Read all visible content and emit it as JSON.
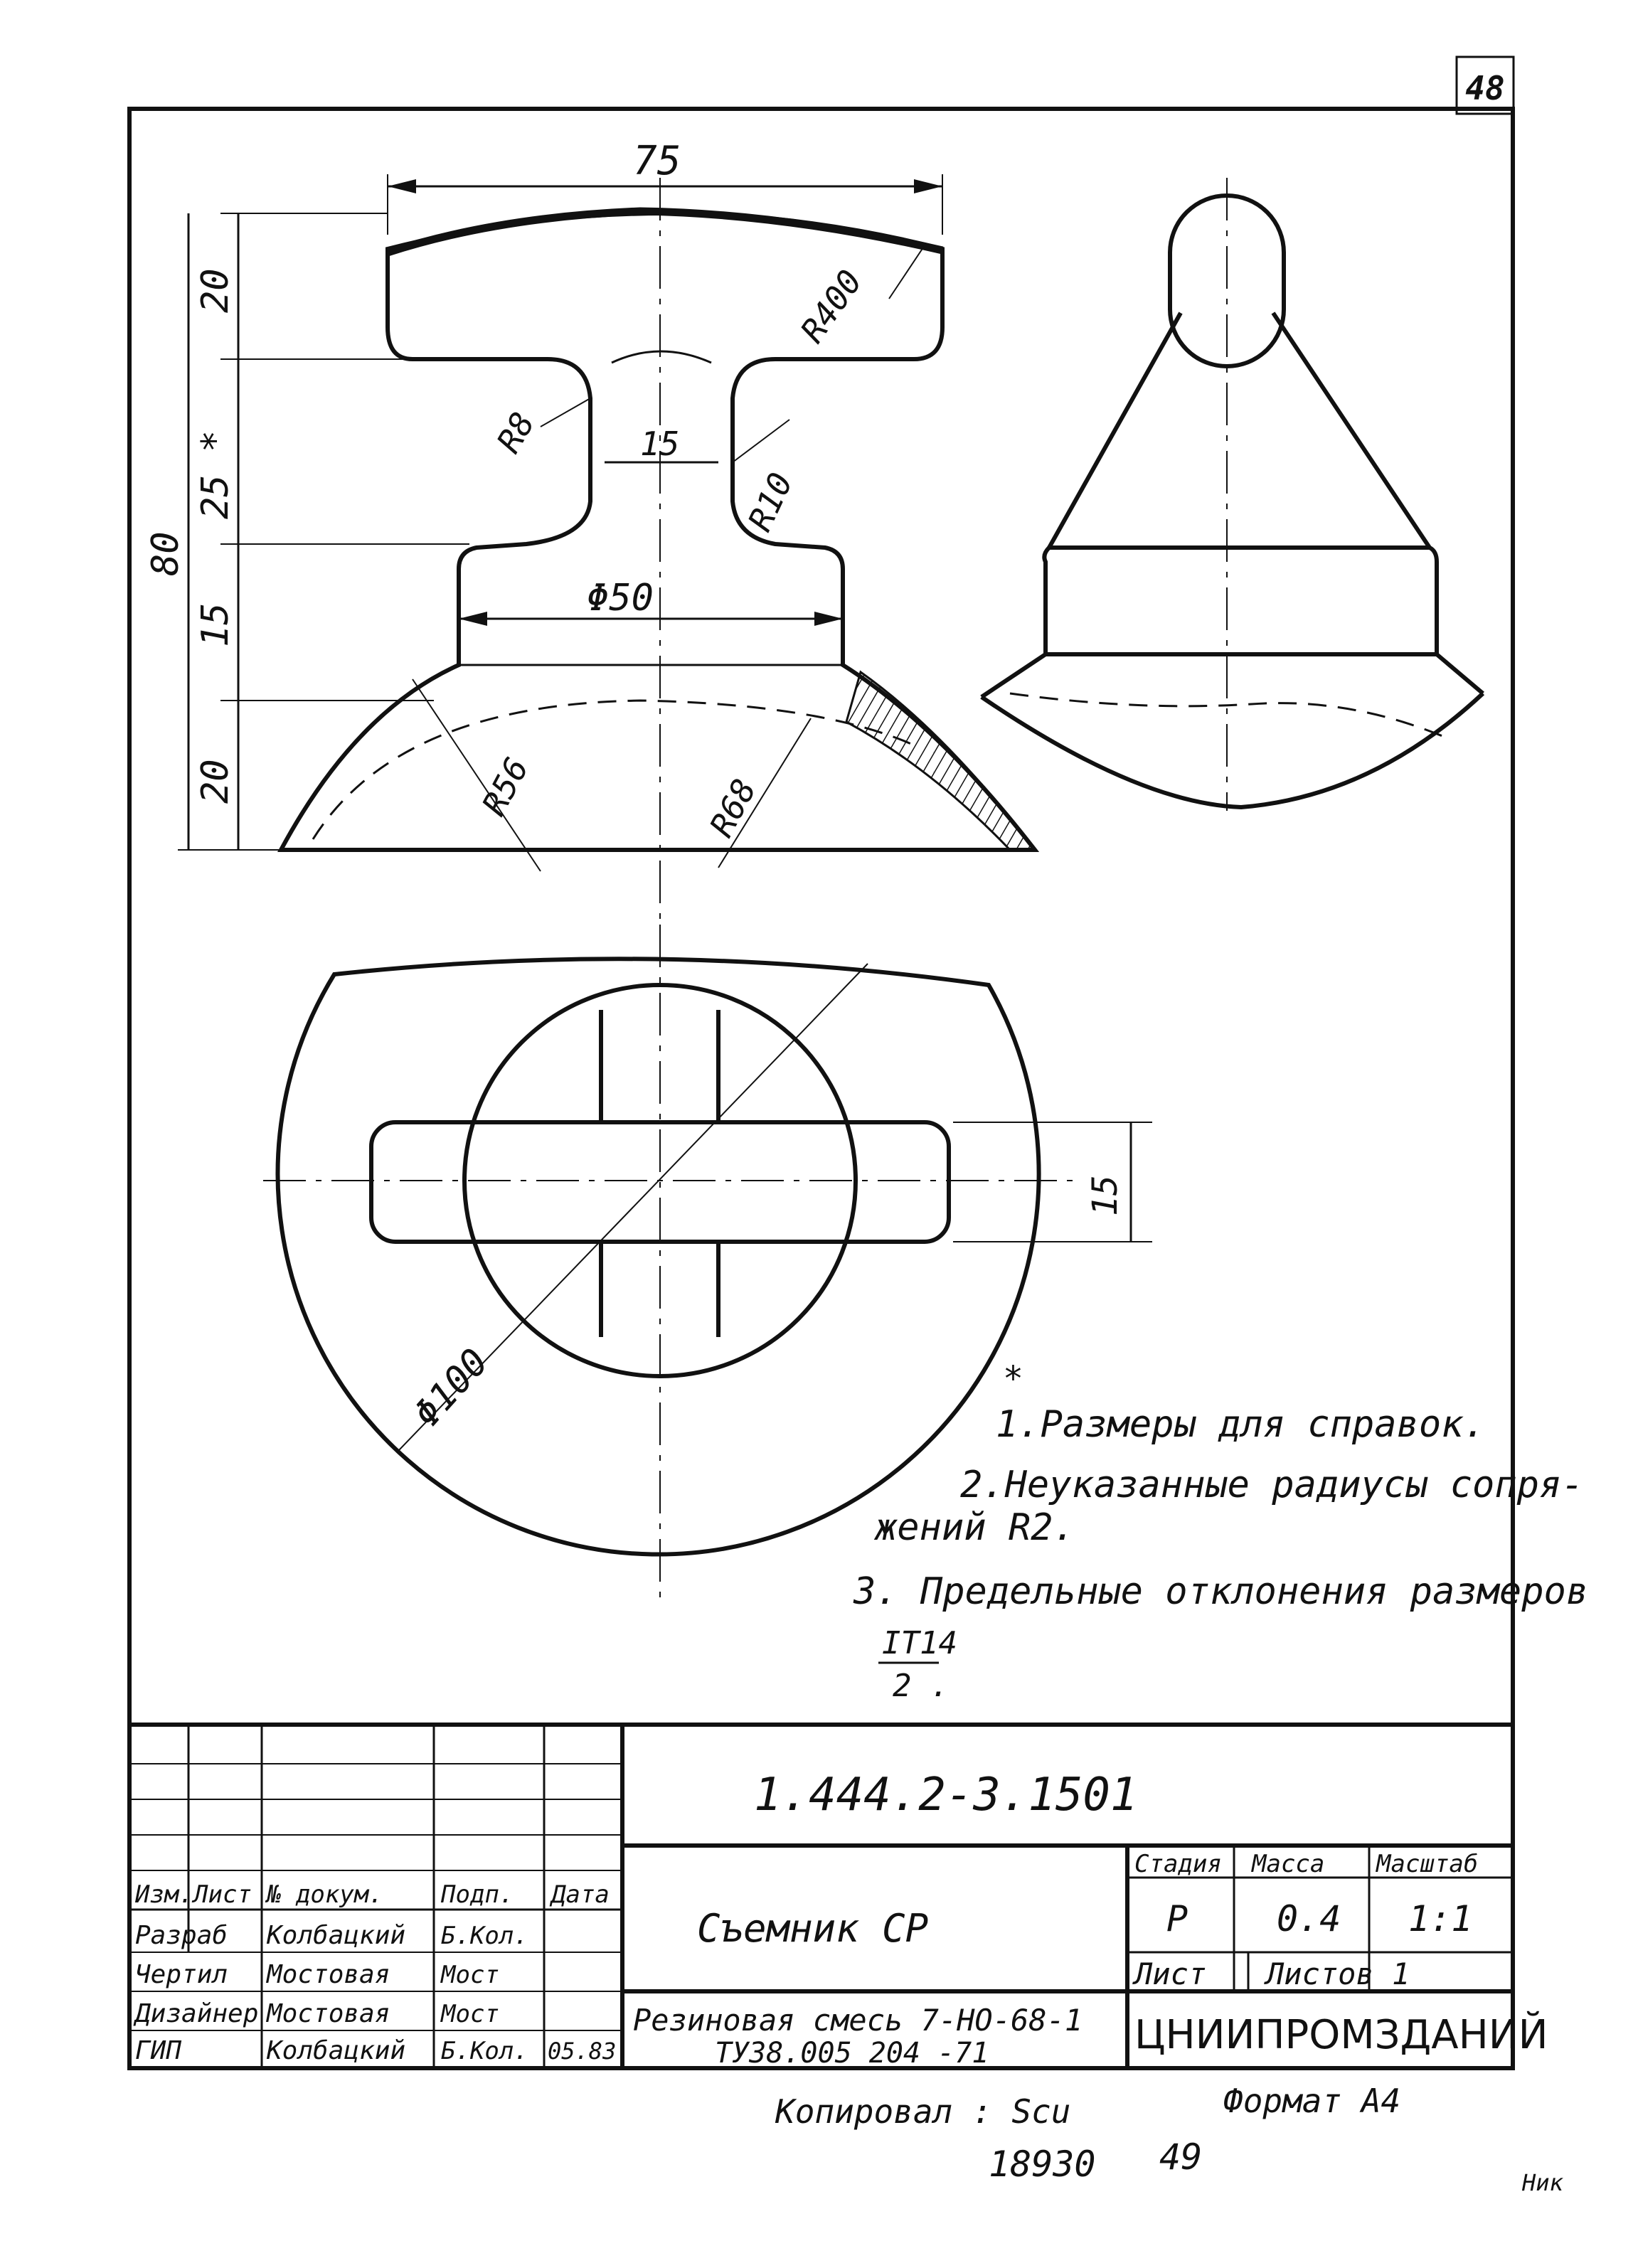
{
  "sheet_number": "48",
  "dimensions": {
    "width_75": "75",
    "h_20_top": "20",
    "h_25": "25 *",
    "h_15": "15",
    "h_20_bottom": "20",
    "total_80": "80",
    "r400": "R400",
    "r8": "R8",
    "neck_15": "15",
    "r10": "R10",
    "d50": "Φ50",
    "r56": "R56",
    "r68": "R68",
    "rib_15": "15",
    "d100": "Φ100"
  },
  "notes": {
    "asterisk": "*",
    "note1": "1.Размеры для справок.",
    "note2_line1": "2.Неуказанные радиусы сопря-",
    "note2_line2": "жений R2.",
    "note3": "3. Предельные отклонения размеров",
    "tolerance_num": "IT14",
    "tolerance_den": "2 ."
  },
  "title_block": {
    "designation": "1.444.2-3.1501",
    "part_name": "Съемник СР",
    "material_line1": "Резиновая смесь 7-НО-68-1",
    "material_line2": "ТУ38.005 204 -71",
    "col_headers": [
      "Изм.",
      "Лист",
      "№ докум.",
      "Подп.",
      "Дата"
    ],
    "rows": [
      {
        "role": "Разраб",
        "name": "Колбацкий",
        "sign": "Б.Кол.",
        "date": ""
      },
      {
        "role": "Чертил",
        "name": "Мостовая",
        "sign": "Мост",
        "date": ""
      },
      {
        "role": "Дизайнер",
        "name": "Мостовая",
        "sign": "Мост",
        "date": ""
      },
      {
        "role": "ГИП",
        "name": "Колбацкий",
        "sign": "Б.Кол.",
        "date": "05.83"
      }
    ],
    "stage_label": "Стадия",
    "mass_label": "Масса",
    "scale_label": "Масштаб",
    "stage_value": "Р",
    "mass_value": "0.4",
    "scale_value": "1:1",
    "sheet_label": "Лист",
    "sheets_label": "Листов 1",
    "organization": "ЦНИИПРОМЗДАНИЙ"
  },
  "footer": {
    "copied_by": "Копировал : Sсu",
    "format": "Формат А4",
    "number1": "18930",
    "number2": "49",
    "initials": "Ник"
  }
}
